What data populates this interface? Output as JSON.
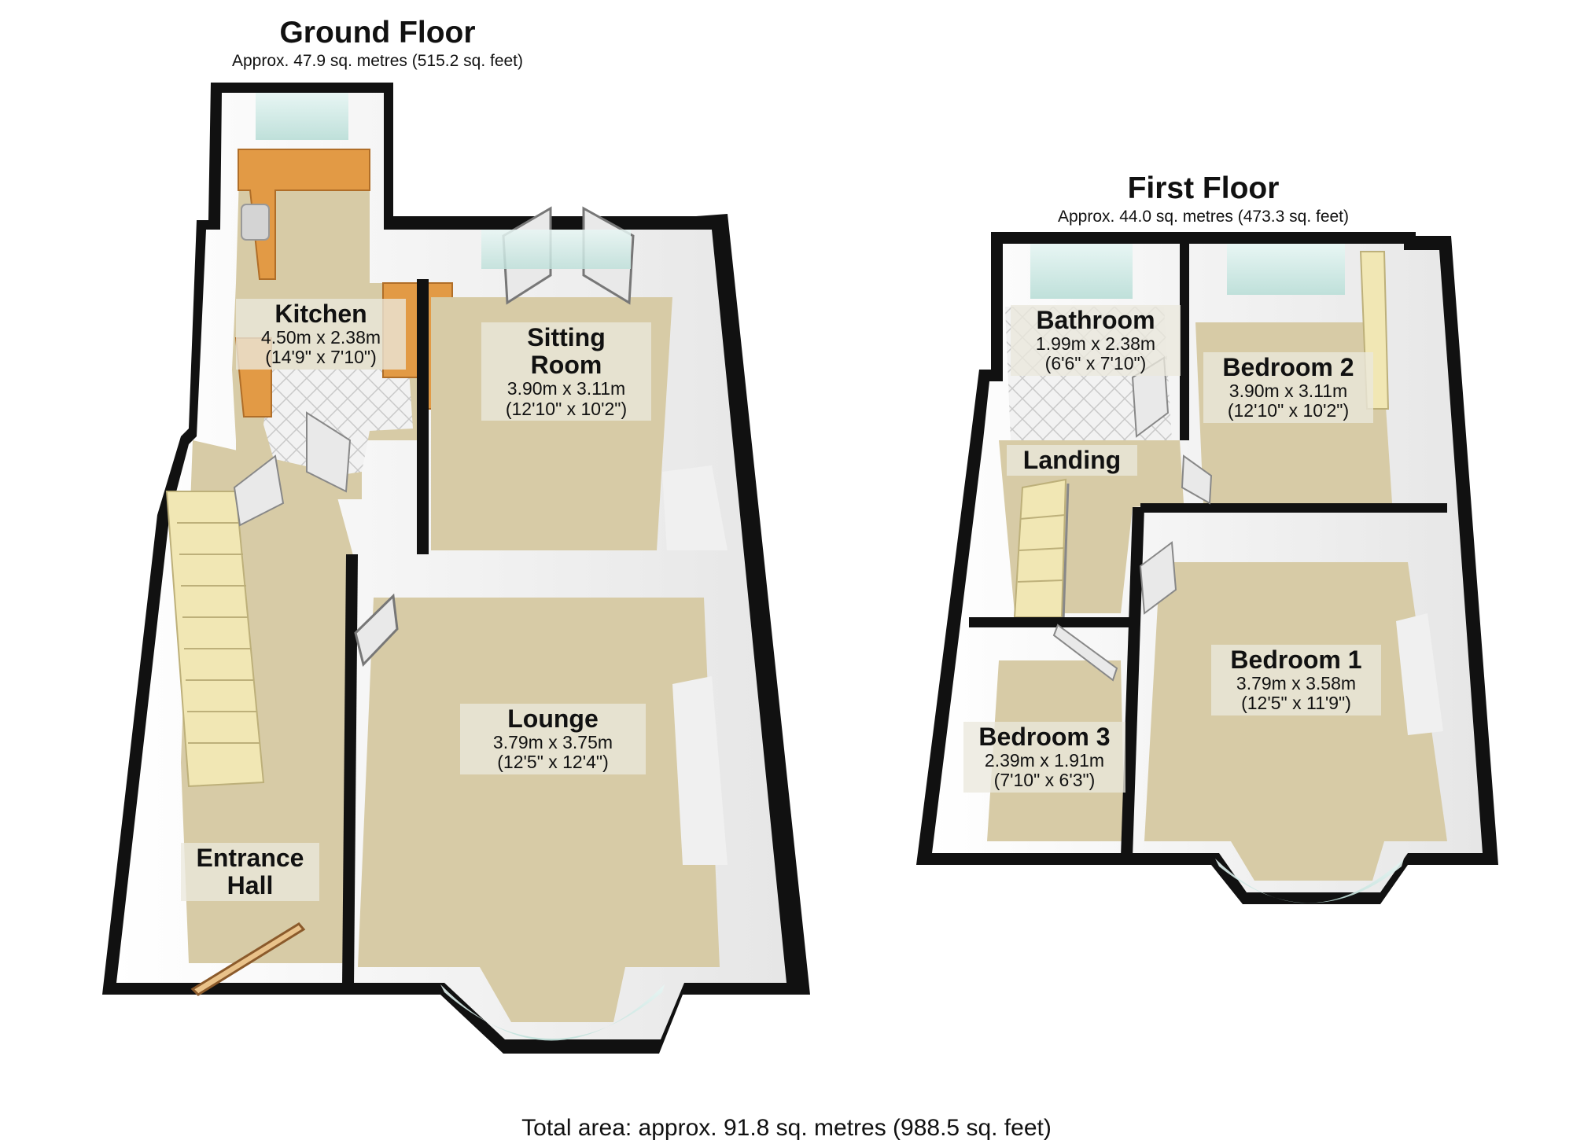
{
  "ground_floor": {
    "title": "Ground Floor",
    "area": "Approx. 47.9 sq. metres (515.2 sq. feet)",
    "rooms": {
      "kitchen": {
        "name": "Kitchen",
        "dim_m": "4.50m x 2.38m",
        "dim_ft": "(14'9\" x 7'10\")"
      },
      "sitting_room": {
        "name_1": "Sitting",
        "name_2": "Room",
        "dim_m": "3.90m x 3.11m",
        "dim_ft": "(12'10\" x 10'2\")"
      },
      "lounge": {
        "name": "Lounge",
        "dim_m": "3.79m x 3.75m",
        "dim_ft": "(12'5\" x 12'4\")"
      },
      "entrance_hall": {
        "name_1": "Entrance",
        "name_2": "Hall"
      }
    }
  },
  "first_floor": {
    "title": "First Floor",
    "area": "Approx. 44.0 sq. metres (473.3 sq. feet)",
    "rooms": {
      "bathroom": {
        "name": "Bathroom",
        "dim_m": "1.99m x 2.38m",
        "dim_ft": "(6'6\" x 7'10\")"
      },
      "bedroom_2": {
        "name": "Bedroom 2",
        "dim_m": "3.90m x 3.11m",
        "dim_ft": "(12'10\" x 10'2\")"
      },
      "landing": {
        "name": "Landing"
      },
      "bedroom_1": {
        "name": "Bedroom 1",
        "dim_m": "3.79m x 3.58m",
        "dim_ft": "(12'5\" x 11'9\")"
      },
      "bedroom_3": {
        "name": "Bedroom 3",
        "dim_m": "2.39m x 1.91m",
        "dim_ft": "(7'10\" x 6'3\")"
      }
    }
  },
  "total_area": "Total area: approx. 91.8 sq. metres (988.5 sq. feet)",
  "colors": {
    "carpet": "#d7cba6",
    "wall": "#111111",
    "wall_inner": "#f4f4f4",
    "worktop": "#e29a45",
    "window": "#cfe8e4",
    "stairs": "#f1e7b4"
  }
}
